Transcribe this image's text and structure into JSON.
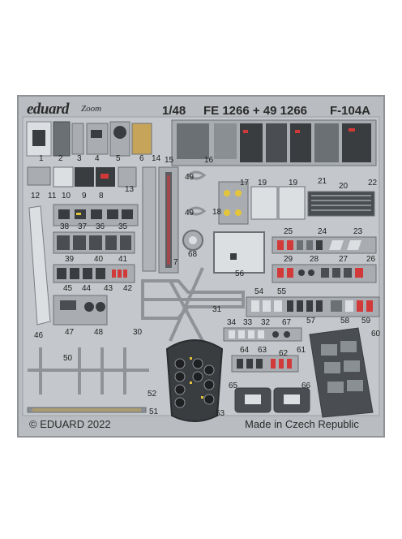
{
  "header": {
    "brand": "eduard",
    "brand_sub": "Zoom",
    "scale": "1/48",
    "codes": "FE 1266 + 49 1266",
    "aircraft": "F-104A"
  },
  "footer": {
    "copyright": "© EDUARD 2022",
    "origin": "Made in Czech Republic"
  },
  "part_numbers": [
    "1",
    "2",
    "3",
    "4",
    "5",
    "6",
    "14",
    "15",
    "16",
    "12",
    "11",
    "10",
    "9",
    "8",
    "13",
    "17",
    "18",
    "19",
    "19",
    "20",
    "21",
    "22",
    "49",
    "49",
    "38",
    "37",
    "36",
    "35",
    "7",
    "25",
    "24",
    "23",
    "39",
    "40",
    "41",
    "68",
    "29",
    "28",
    "27",
    "26",
    "45",
    "44",
    "43",
    "42",
    "56",
    "47",
    "48",
    "46",
    "31",
    "30",
    "54",
    "55",
    "57",
    "58",
    "59",
    "34",
    "33",
    "32",
    "67",
    "60",
    "50",
    "64",
    "63",
    "62",
    "61",
    "52",
    "65",
    "66",
    "51",
    "53"
  ],
  "colors": {
    "fret": "#b9bcc0",
    "fret_edge": "#8f9397",
    "panel_dark": "#3a3d40",
    "panel_mid": "#6b7075",
    "label_red": "#d23a3a",
    "label_yellow": "#e3c43a"
  }
}
